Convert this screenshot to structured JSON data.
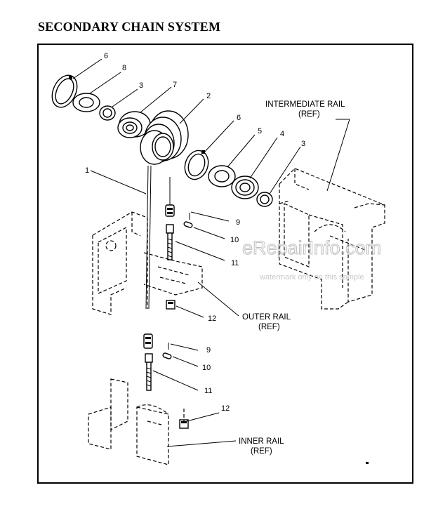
{
  "header": {
    "title": "SECONDARY CHAIN SYSTEM"
  },
  "callouts": {
    "c6a": "6",
    "c8": "8",
    "c3a": "3",
    "c7": "7",
    "c2": "2",
    "c6b": "6",
    "c5": "5",
    "c4": "4",
    "c3b": "3",
    "c1": "1",
    "c9a": "9",
    "c10a": "10",
    "c11a": "11",
    "c12a": "12",
    "c9b": "9",
    "c10b": "10",
    "c11b": "11",
    "c12b": "12"
  },
  "labels": {
    "intermediate_rail": [
      "INTERMEDIATE RAIL",
      "(REF)"
    ],
    "outer_rail": [
      "OUTER RAIL",
      "(REF)"
    ],
    "inner_rail": [
      "INNER RAIL",
      "(REF)"
    ]
  },
  "watermark": {
    "site": "eRepairInfo.com",
    "note": "watermark only on this sample"
  }
}
